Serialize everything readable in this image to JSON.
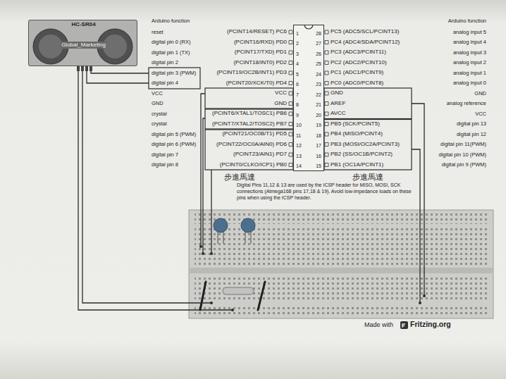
{
  "diagram": {
    "nodes": [
      {
        "text": [
          "HC-SR04",
          "Global_Marketing"
        ]
      },
      {
        "text": [
          "1",
          "28",
          "2",
          "27",
          "3",
          "26",
          "4",
          "25",
          "5",
          "24",
          "6",
          "23",
          "7",
          "22",
          "8",
          "21",
          "9",
          "20",
          "10",
          "19",
          "11",
          "18",
          "12",
          "17",
          "13",
          "16",
          "14",
          "15"
        ]
      }
    ],
    "labels": [
      "Arduino function",
      "reset",
      "digital pin 0 (RX)",
      "digital pin 1 (TX)",
      "digital pin 2",
      "digital pin 3 (PWM)",
      "digital pin 4",
      "VCC",
      "GND",
      "crystal",
      "crystal",
      "digital pin 5 (PWM)",
      "digital pin 6 (PWM)",
      "digital pin 7",
      "digital pin 8",
      "(PCINT14/RESET) PC6",
      "(PCINT16/RXD) PD0",
      "(PCINT17/TXD) PD1",
      "(PCINT18/INT0) PD2",
      "(PCINT19/OC2B/INT1) PD3",
      "(PCINT20/XCK/T0) PD4",
      "VCC",
      "GND",
      "(PCINT6/XTAL1/TOSC1) PB6",
      "(PCINT7/XTAL2/TOSC2) PB7",
      "(PCINT21/OC0B/T1) PD5",
      "(PCINT22/OC0A/AIN0) PD6",
      "(PCINT23/AIN1) PD7",
      "(PCINT0/CLKO/ICP1) PB0",
      "PC5 (ADC5/SCL/PCINT13)",
      "PC4 (ADC4/SDA/PCINT12)",
      "PC3 (ADC3/PCINT11)",
      "PC2 (ADC2/PCINT10)",
      "PC1 (ADC1/PCINT9)",
      "PC0 (ADC0/PCINT8)",
      "GND",
      "AREF",
      "AVCC",
      "PB5 (SCK/PCINT5)",
      "PB4 (MISO/PCINT4)",
      "PB3 (MOSI/OC2A/PCINT3)",
      "PB2 (SS/OC1B/PCINT2)",
      "PB1 (OC1A/PCINT1)",
      "Arduino function",
      "analog input 5",
      "analog input 4",
      "analog input 3",
      "analog input 2",
      "analog input 1",
      "analog input 0",
      "GND",
      "analog reference",
      "VCC",
      "digital pin 13",
      "digital pin 12",
      "digital pin 11(PWM)",
      "digital pin 10 (PWM)",
      "digital pin 9 (PWM)",
      "步進馬達",
      "步進馬達",
      "Digital Pins 11,12 & 13 are used by the ICSP header for MISO, MOSI, SCK connections (Atmega168 pins 17,18 & 19). Avoid low-impedance loads on these pins when using the ICSP header.",
      "Made with",
      "Fritzing.org"
    ]
  }
}
